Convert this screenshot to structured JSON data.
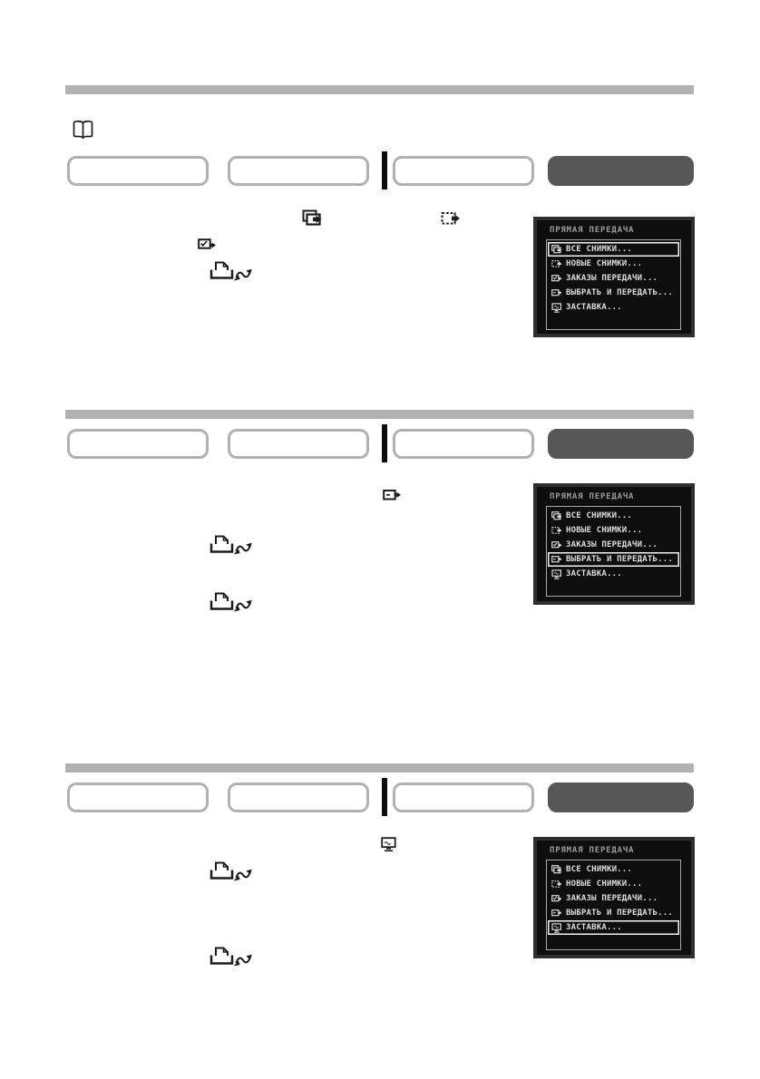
{
  "colors": {
    "bar_gray": "#b1b1b1",
    "button_border": "#b1b1b1",
    "dark_button_fill": "#575757",
    "screen_frame": "#2f2f2f",
    "screen_bg": "#0e0e0e",
    "screen_header_text": "#9b9b9b",
    "screen_item_text": "#dedede"
  },
  "camera_menu": {
    "title": "ПРЯМАЯ ПЕРЕДАЧА",
    "items": [
      {
        "icon": "all-images-icon",
        "label": "ВСЕ СНИМКИ..."
      },
      {
        "icon": "new-images-icon",
        "label": "НОВЫЕ СНИМКИ..."
      },
      {
        "icon": "transfer-orders-icon",
        "label": "ЗАКАЗЫ ПЕРЕДАЧИ..."
      },
      {
        "icon": "select-and-transfer-icon",
        "label": "ВЫБРАТЬ И ПЕРЕДАТЬ..."
      },
      {
        "icon": "wallpaper-icon",
        "label": "ЗАСТАВКА..."
      }
    ]
  },
  "sections": [
    {
      "selected_index": 0,
      "selected_label": "ВСЕ СНИМКИ...",
      "inline_icons": [
        "all-images-icon",
        "new-images-icon",
        "transfer-orders-icon",
        "print-share-icon"
      ]
    },
    {
      "selected_index": 3,
      "selected_label": "ВЫБРАТЬ И ПЕРЕДАТЬ...",
      "inline_icons": [
        "select-and-transfer-icon",
        "print-share-icon",
        "print-share-icon"
      ]
    },
    {
      "selected_index": 4,
      "selected_label": "ЗАСТАВКА...",
      "inline_icons": [
        "wallpaper-icon",
        "print-share-icon",
        "print-share-icon"
      ]
    }
  ],
  "misc_icons": [
    "book-icon"
  ]
}
